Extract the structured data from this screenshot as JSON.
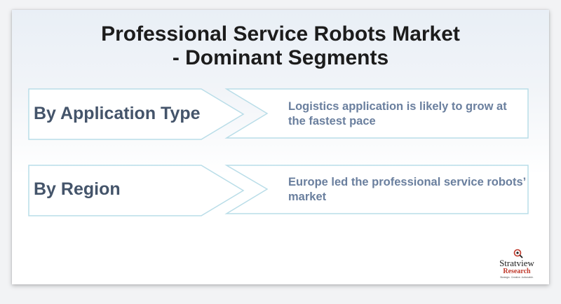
{
  "title": {
    "line1": "Professional Service Robots Market",
    "line2": "- Dominant Segments"
  },
  "segments": [
    {
      "label": "By Application Type",
      "description": "Logistics application is likely to grow at the fastest pace"
    },
    {
      "label": "By Region",
      "description": "Europe led the professional service robots’ market"
    }
  ],
  "logo": {
    "name": "Stratview",
    "sub": "Research",
    "tagline": "Strategic. Creative. Actionable."
  },
  "colors": {
    "border": "#b9dde8",
    "label": "#44546a",
    "description": "#6a7f9e",
    "title": "#1c1c1c",
    "logo_accent": "#c0392b"
  }
}
